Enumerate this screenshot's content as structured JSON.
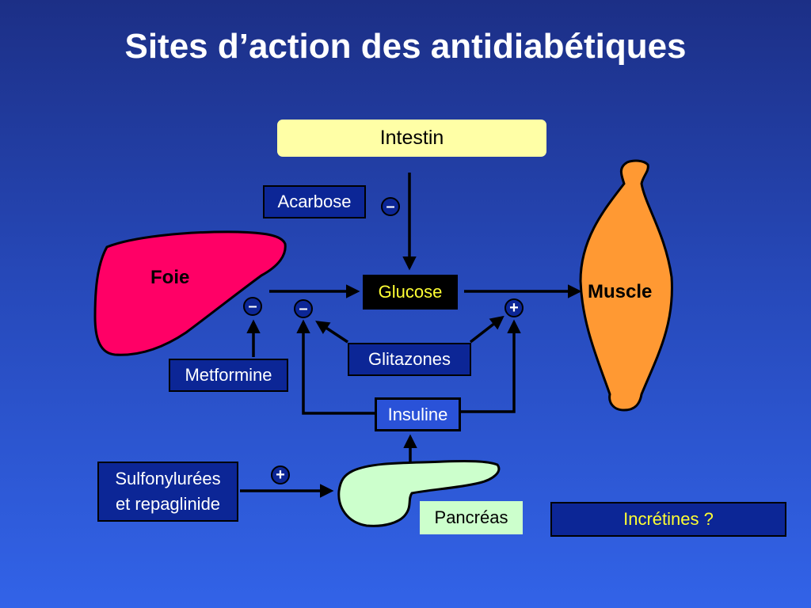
{
  "title": "Sites d’action des antidiabétiques",
  "nodes": {
    "intestin": "Intestin",
    "acarbose": "Acarbose",
    "foie": "Foie",
    "glucose": "Glucose",
    "muscle": "Muscle",
    "metformine": "Metformine",
    "glitazones": "Glitazones",
    "insuline": "Insuline",
    "sulfonylurees_line1": "Sulfonylurées",
    "sulfonylurees_line2": "et repaglinide",
    "pancreas": "Pancréas",
    "incretines": "Incrétines ?"
  },
  "signs": {
    "acarbose_effect": "–",
    "metformine_effect": "–",
    "insuline_on_liver": "–",
    "insuline_on_muscle": "+",
    "sulfonylurees_effect": "+"
  },
  "colors": {
    "background_top": "#1c2f86",
    "background_bottom": "#3263e8",
    "liver": "#ff0066",
    "muscle": "#ff9933",
    "pancreas": "#ccffcc",
    "intestin_box": "#ffffa6",
    "dark_box": "#0c2696",
    "glucose_text": "#ffff33"
  },
  "edges": [
    {
      "from": "intestin",
      "to": "glucose"
    },
    {
      "from": "foie",
      "to": "glucose"
    },
    {
      "from": "glucose",
      "to": "muscle"
    },
    {
      "from": "metformine",
      "to": "foie"
    },
    {
      "from": "glitazones",
      "to": "foie"
    },
    {
      "from": "glitazones",
      "to": "muscle"
    },
    {
      "from": "insuline",
      "to": "foie"
    },
    {
      "from": "insuline",
      "to": "muscle"
    },
    {
      "from": "pancreas",
      "to": "insuline"
    },
    {
      "from": "sulfonylurees",
      "to": "pancreas"
    }
  ]
}
